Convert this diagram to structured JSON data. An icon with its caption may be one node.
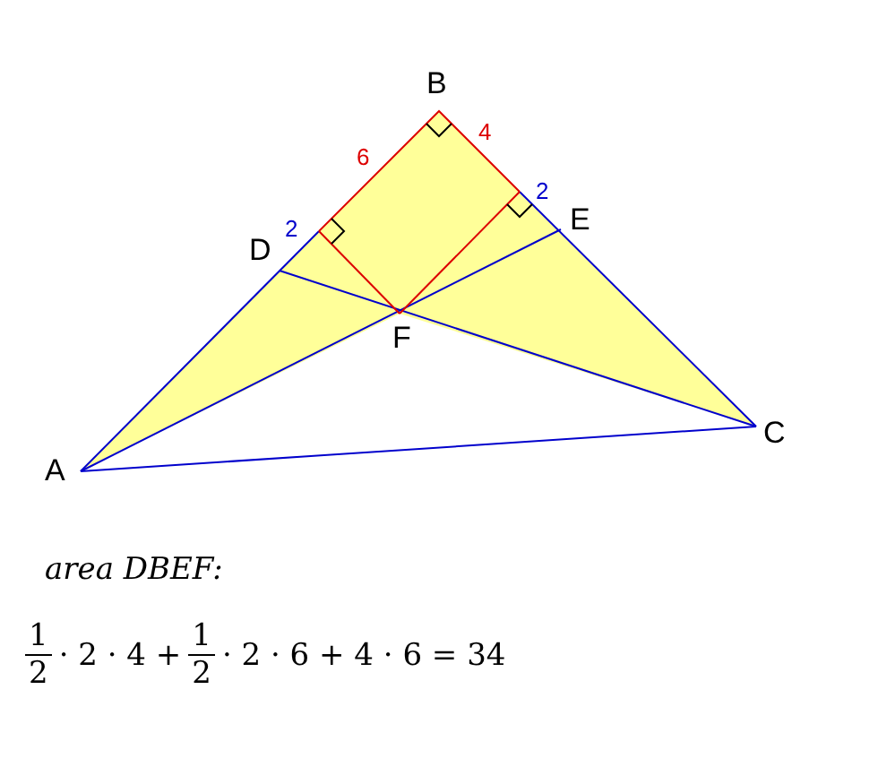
{
  "diagram": {
    "labels": [
      "B",
      "6",
      "4",
      "2",
      "E",
      "2",
      "D",
      "F",
      "C",
      "A",
      "area DBEF:",
      "1",
      "2",
      "· 2 · 4 +",
      "1",
      "2",
      "· 2 · 6 + 4 · 6 = 34"
    ]
  }
}
